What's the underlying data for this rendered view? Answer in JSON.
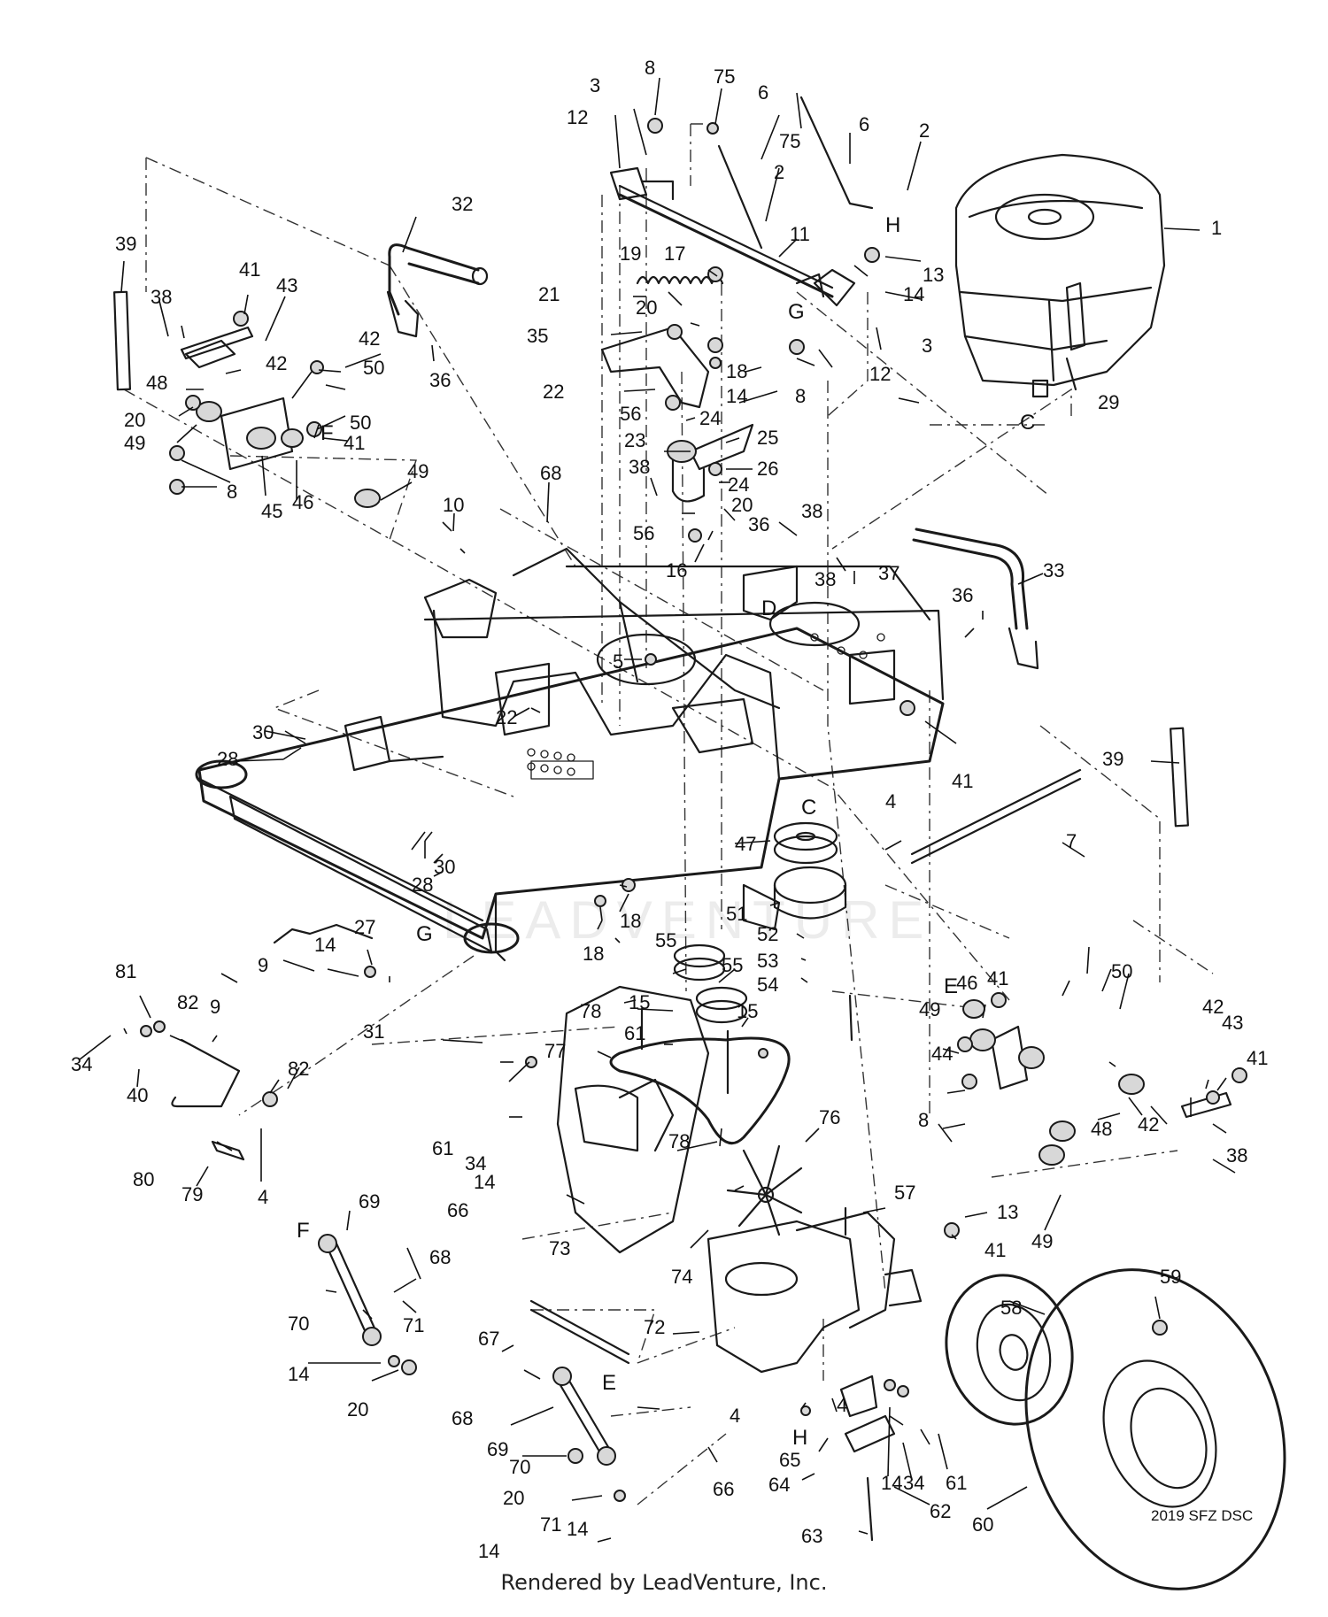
{
  "diagram_code": "2019 SFZ DSC",
  "credit": "Rendered by LeadVenture, Inc.",
  "watermark": "LEADVENTURE",
  "callouts": [
    "1",
    "2",
    "2",
    "3",
    "3",
    "4",
    "4",
    "4",
    "4",
    "5",
    "6",
    "6",
    "7",
    "8",
    "8",
    "8",
    "8",
    "9",
    "9",
    "10",
    "11",
    "12",
    "12",
    "13",
    "13",
    "14",
    "14",
    "14",
    "14",
    "14",
    "14",
    "14",
    "14",
    "15",
    "15",
    "16",
    "17",
    "18",
    "18",
    "18",
    "19",
    "20",
    "20",
    "20",
    "20",
    "20",
    "21",
    "22",
    "22",
    "23",
    "24",
    "24",
    "25",
    "26",
    "27",
    "28",
    "28",
    "29",
    "30",
    "30",
    "31",
    "32",
    "33",
    "34",
    "34",
    "34",
    "35",
    "36",
    "36",
    "36",
    "37",
    "38",
    "38",
    "38",
    "38",
    "38",
    "39",
    "39",
    "40",
    "41",
    "41",
    "41",
    "41",
    "41",
    "41",
    "42",
    "42",
    "42",
    "42",
    "43",
    "43",
    "44",
    "45",
    "46",
    "46",
    "47",
    "48",
    "48",
    "49",
    "49",
    "49",
    "49",
    "50",
    "50",
    "50",
    "51",
    "52",
    "53",
    "54",
    "55",
    "55",
    "56",
    "56",
    "57",
    "58",
    "59",
    "60",
    "61",
    "61",
    "61",
    "62",
    "63",
    "64",
    "65",
    "66",
    "66",
    "67",
    "68",
    "68",
    "68",
    "69",
    "69",
    "70",
    "70",
    "71",
    "71",
    "72",
    "73",
    "74",
    "75",
    "75",
    "76",
    "77",
    "78",
    "78",
    "79",
    "80",
    "81",
    "82",
    "82"
  ],
  "connection_letters": [
    "C",
    "C",
    "D",
    "E",
    "E",
    "F",
    "F",
    "G",
    "G",
    "H",
    "H"
  ]
}
